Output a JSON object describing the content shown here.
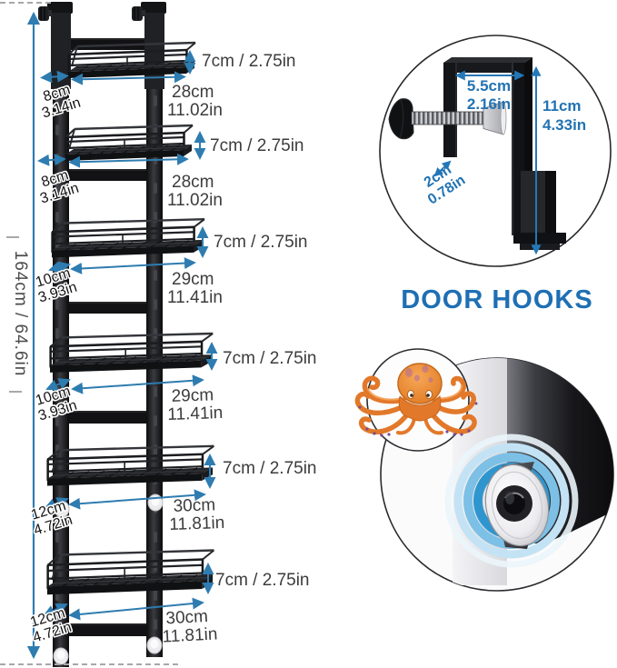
{
  "colors": {
    "dimension_arrow_blue": "#2e7cb0",
    "hook_label_blue": "#2273b3",
    "heading_blue": "#1e6fb4",
    "measurement_text_dark": "#3c3c3e",
    "rack_black": "#17181b",
    "octopus_orange": "#e8832f",
    "suction_glow_blue": "#2f95cf"
  },
  "overall_height": {
    "label": "164cm / 64.6in"
  },
  "baskets": [
    {
      "height_label": "7cm / 2.75in",
      "width_cm": "28cm",
      "width_in": "11.02in",
      "depth_cm": "8cm",
      "depth_in": "3.14in"
    },
    {
      "height_label": "7cm / 2.75in",
      "width_cm": "28cm",
      "width_in": "11.02in",
      "depth_cm": "8cm",
      "depth_in": "3.14in"
    },
    {
      "height_label": "7cm / 2.75in",
      "width_cm": "29cm",
      "width_in": "11.41in",
      "depth_cm": "10cm",
      "depth_in": "3.93in"
    },
    {
      "height_label": "7cm / 2.75in",
      "width_cm": "29cm",
      "width_in": "11.41in",
      "depth_cm": "10cm",
      "depth_in": "3.93in"
    },
    {
      "height_label": "7cm / 2.75in",
      "width_cm": "30cm",
      "width_in": "11.81in",
      "depth_cm": "12cm",
      "depth_in": "4.72in"
    },
    {
      "height_label": "7cm / 2.75in",
      "width_cm": "30cm",
      "width_in": "11.81in",
      "depth_cm": "12cm",
      "depth_in": "4.72in"
    }
  ],
  "door_hooks": {
    "title": "DOOR HOOKS",
    "hook_width_cm": "5.5cm",
    "hook_width_in": "2.16in",
    "hook_height_cm": "11cm",
    "hook_height_in": "4.33in",
    "hook_gap_cm": "2cm",
    "hook_gap_in": "0.78in"
  },
  "illustrations": {
    "octopus": "orange-octopus-illustration",
    "door_pad": "suction-pad-door-protector"
  }
}
